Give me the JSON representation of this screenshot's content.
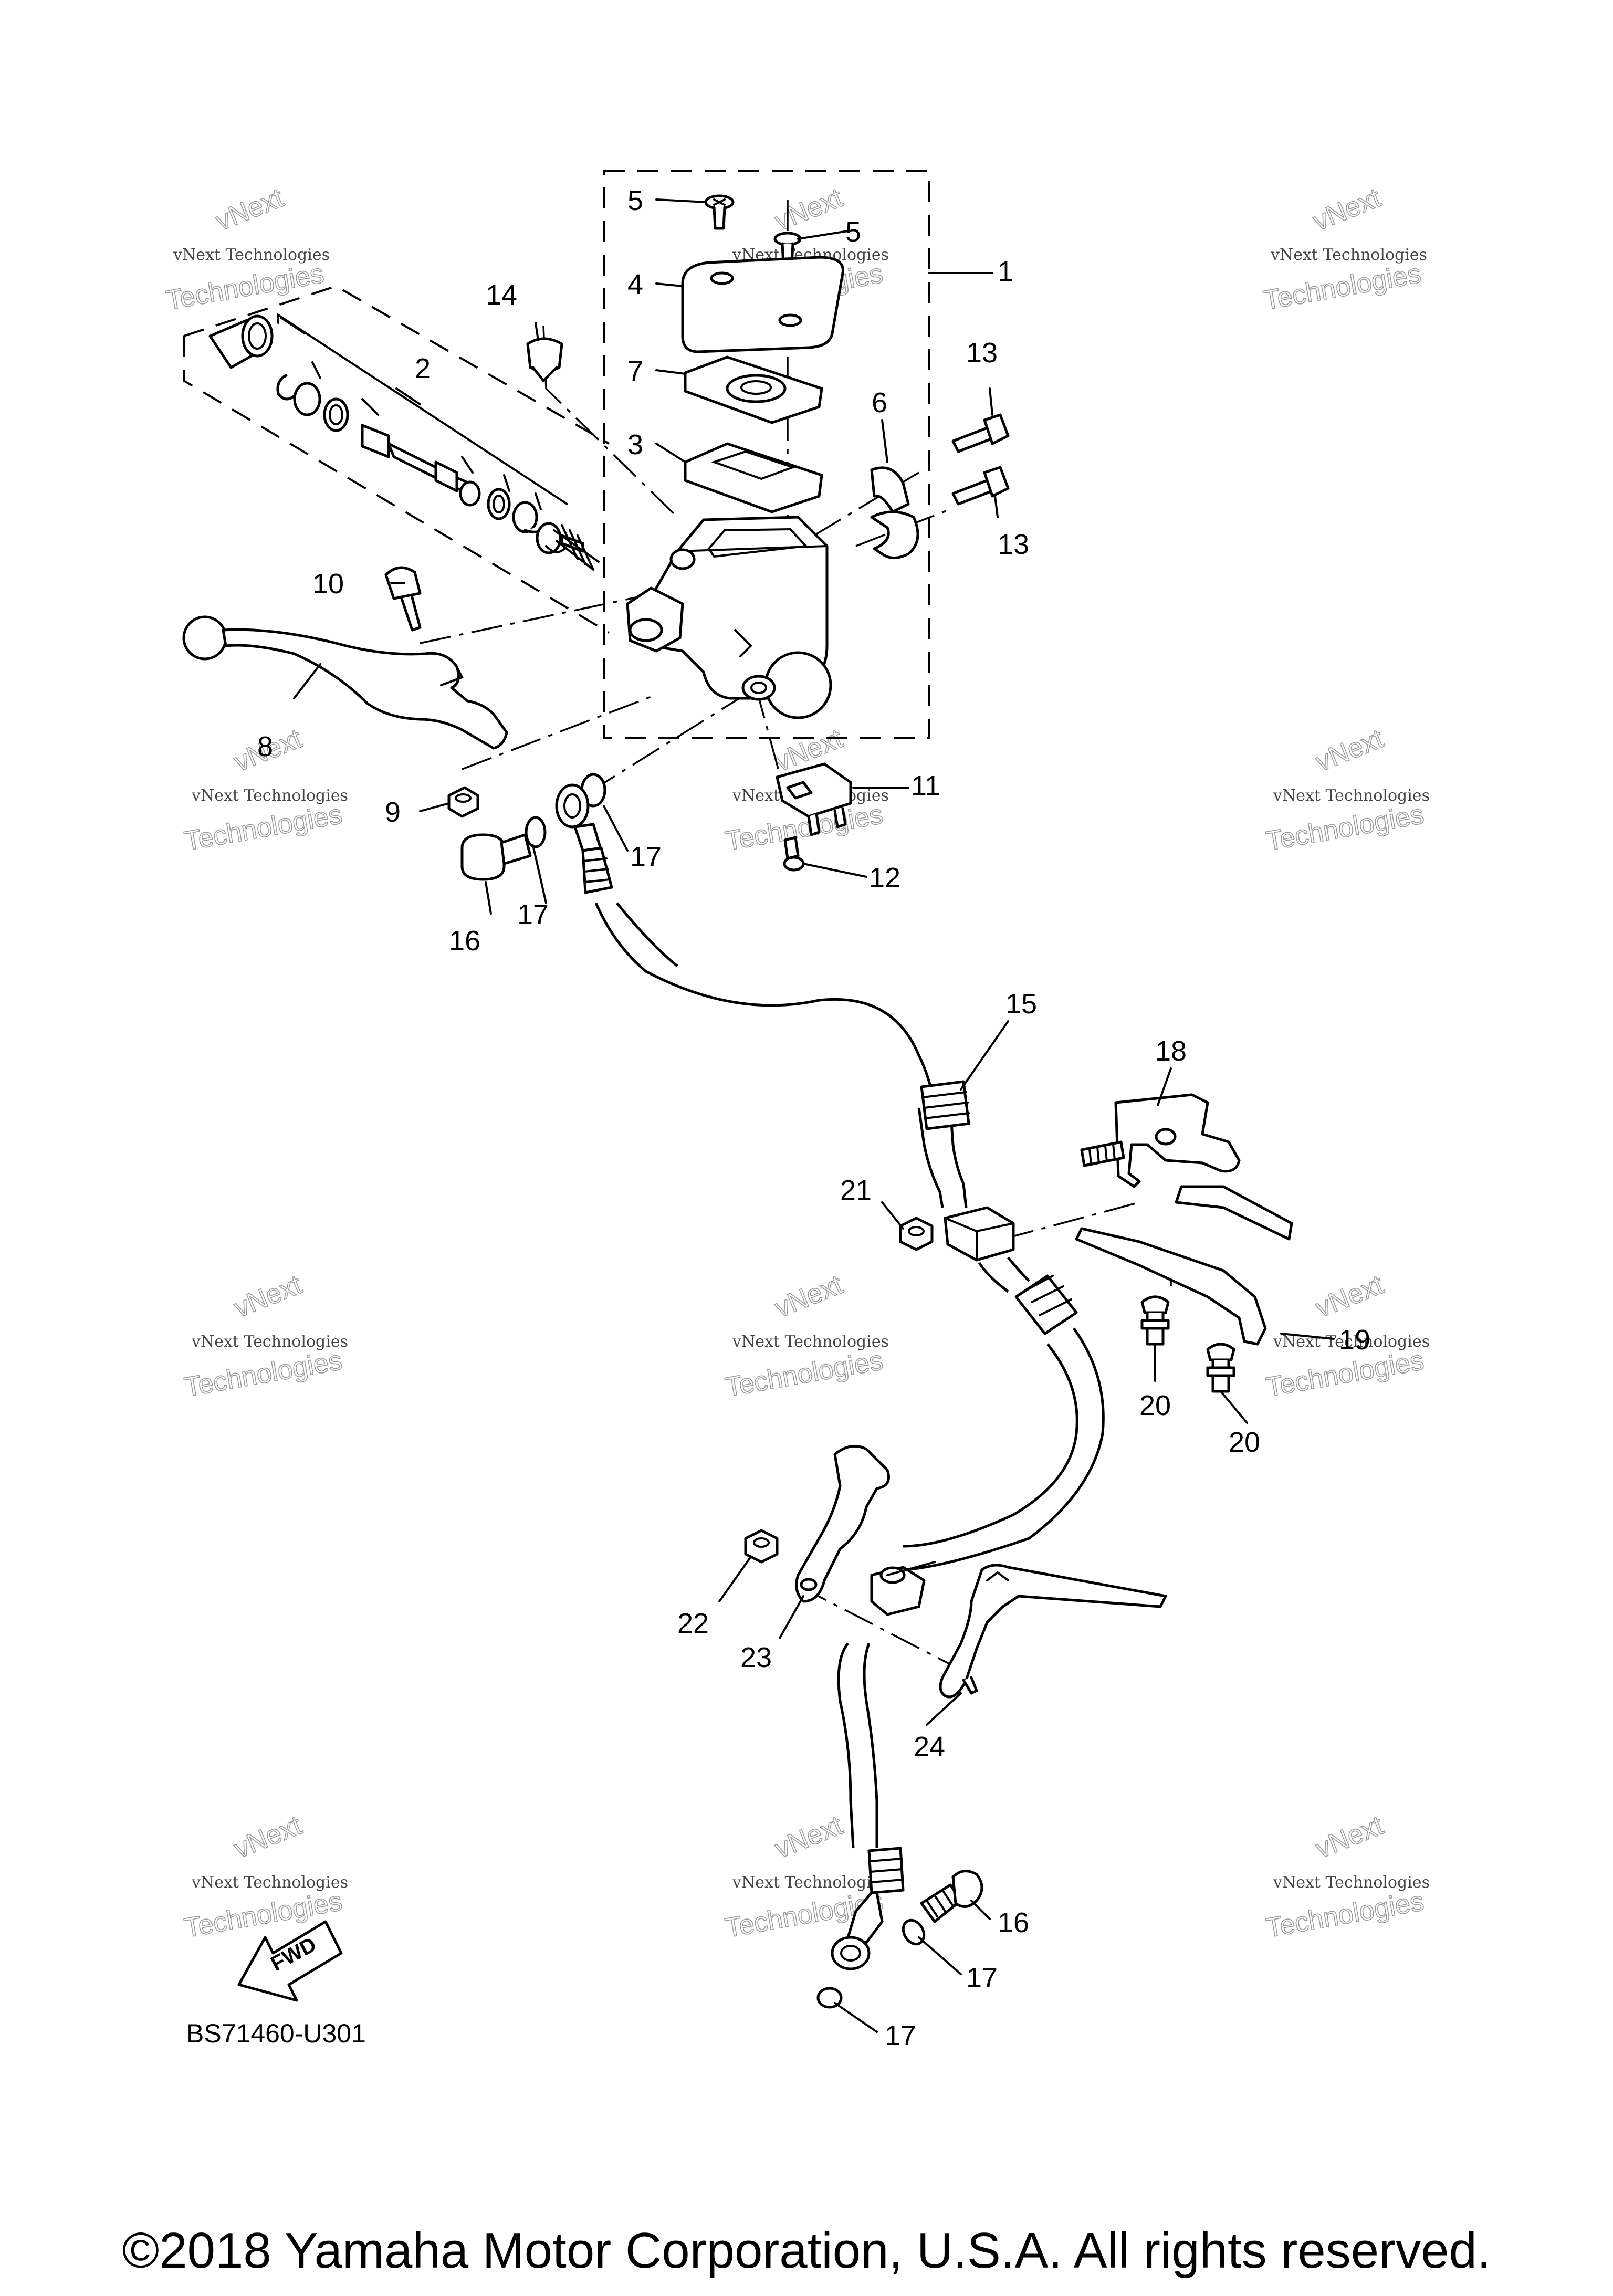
{
  "diagram": {
    "drawing_code": "BS71460-U301",
    "direction_label": "FWD",
    "watermark": {
      "line_small": "vNext Technologies",
      "line_big": "Technologies",
      "line_big_prefix": "vNext"
    },
    "callouts": {
      "c1": "1",
      "c2": "2",
      "c3": "3",
      "c4": "4",
      "c5a": "5",
      "c5b": "5",
      "c6": "6",
      "c7": "7",
      "c8": "8",
      "c9": "9",
      "c10": "10",
      "c11": "11",
      "c12": "12",
      "c13a": "13",
      "c13b": "13",
      "c14": "14",
      "c15": "15",
      "c16a": "16",
      "c16b": "16",
      "c17a": "17",
      "c17b": "17",
      "c17c": "17",
      "c17d": "17",
      "c18": "18",
      "c19": "19",
      "c20a": "20",
      "c20b": "20",
      "c21": "21",
      "c22": "22",
      "c23": "23",
      "c24": "24"
    }
  },
  "footer": {
    "copyright": "©2018 Yamaha Motor Corporation, U.S.A. All rights reserved."
  }
}
